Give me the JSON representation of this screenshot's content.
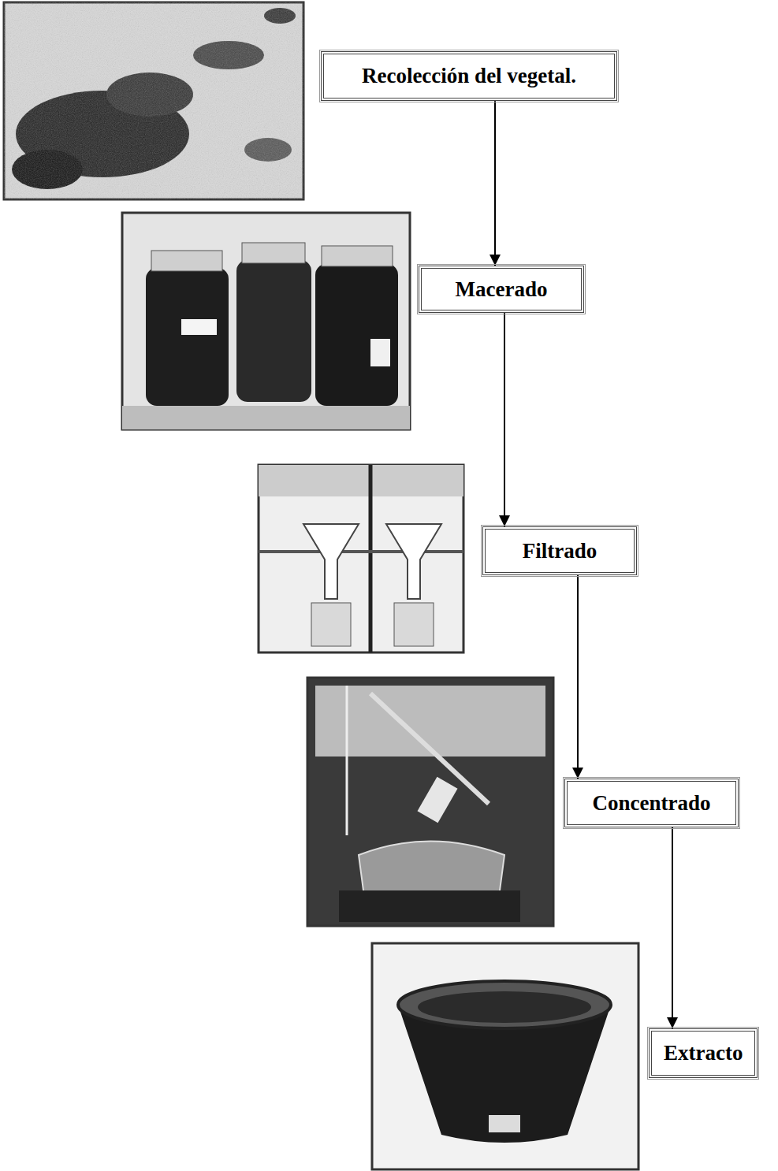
{
  "diagram": {
    "nodes": [
      {
        "text": [
          "Recolección del vegetal."
        ]
      },
      {
        "text": [
          "Macerado"
        ]
      },
      {
        "text": [
          "Filtrado"
        ]
      },
      {
        "text": [
          "Concentrado"
        ]
      },
      {
        "text": [
          "Extracto"
        ]
      }
    ],
    "edges": [
      {
        "from": 0,
        "to": 1,
        "arrow": "to"
      },
      {
        "from": 1,
        "to": 2,
        "arrow": "to"
      },
      {
        "from": 2,
        "to": 3,
        "arrow": "to"
      },
      {
        "from": 3,
        "to": 4,
        "arrow": "to"
      }
    ]
  }
}
